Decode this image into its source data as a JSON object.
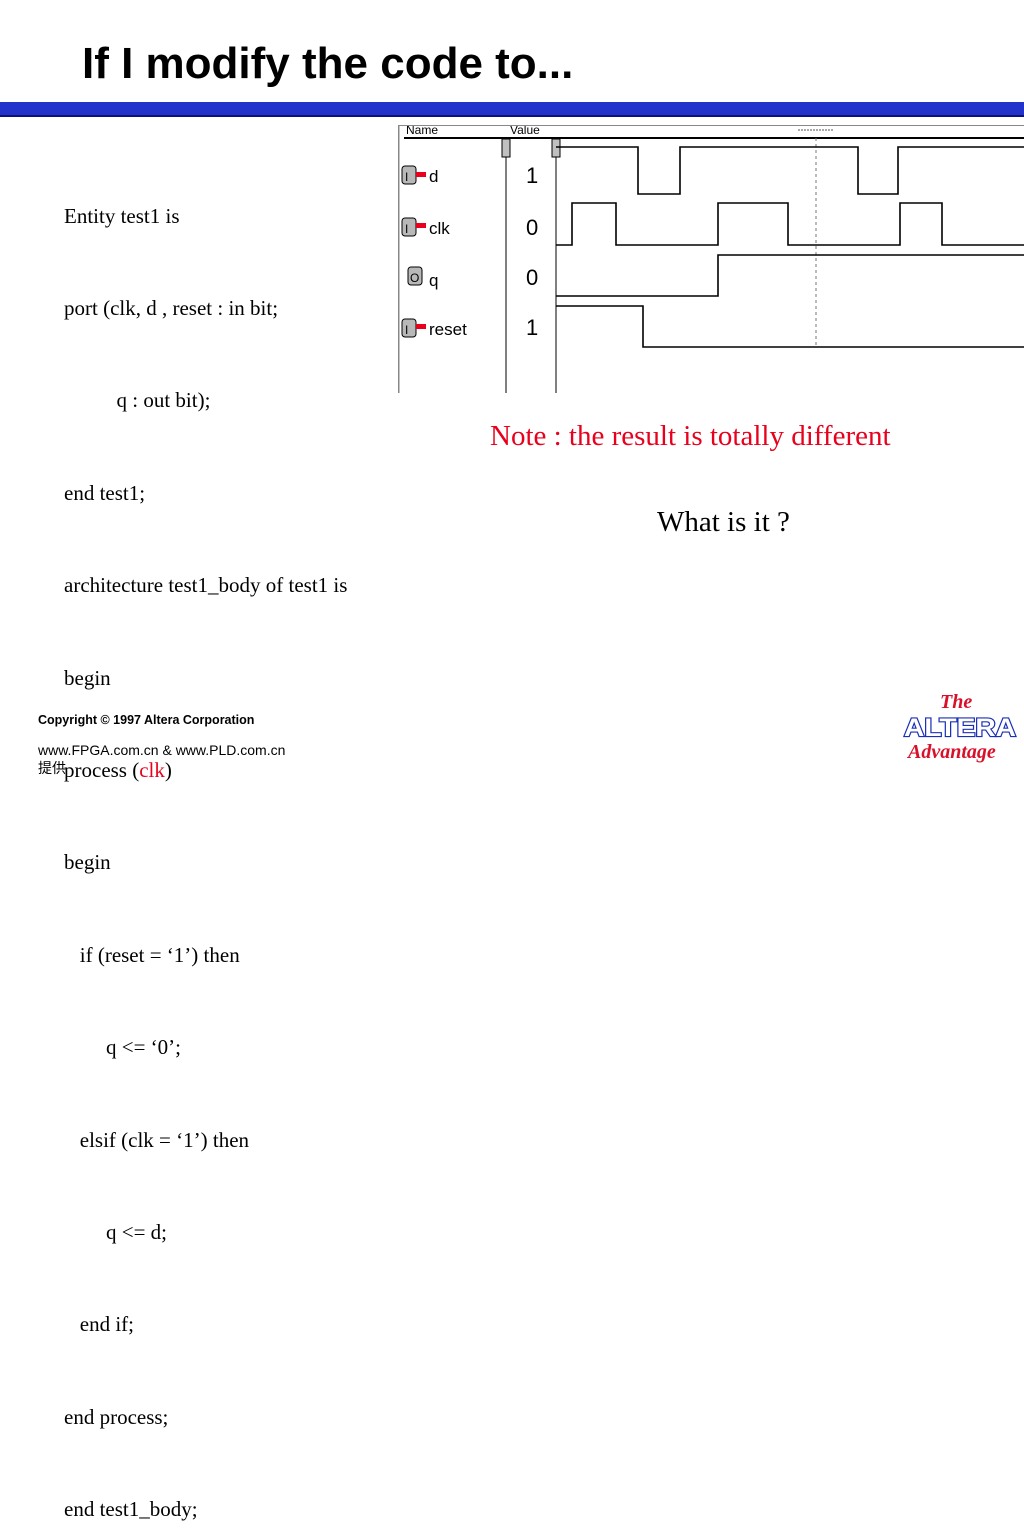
{
  "slide": {
    "title": "If I modify the code to..."
  },
  "code": {
    "lines": [
      "Entity test1 is",
      "port (clk, d , reset : in bit;",
      "          q : out bit);",
      "end test1;",
      "architecture test1_body of test1 is",
      "begin",
      "process (",
      "begin",
      "   if (reset = ‘1’) then",
      "        q <= ‘0’;",
      "   elsif (clk = ‘1’) then",
      "        q <= d;",
      "   end if;",
      "end process;",
      "end test1_body;"
    ],
    "process_sensitivity": "clk",
    "process_close": ")"
  },
  "waveform": {
    "header_name": "Name",
    "header_value": "Value",
    "signals": [
      {
        "name": "d",
        "value": "1",
        "badge": "I"
      },
      {
        "name": "clk",
        "value": "0",
        "badge": "I"
      },
      {
        "name": "q",
        "value": "0",
        "badge": "O"
      },
      {
        "name": "reset",
        "value": "1",
        "badge": "I"
      }
    ],
    "colors": {
      "input_marker": "#e8001c",
      "badge_fill": "#b8b8b8"
    }
  },
  "note": "Note : the result is totally different",
  "question": "What is it ?",
  "footer": {
    "copyright": "Copyright © 1997 Altera Corporation",
    "url": "www.FPGA.com.cn & www.PLD.com.cn",
    "url_suffix": "提供"
  },
  "logo": {
    "the": "The",
    "brand": "ALTERA",
    "tagline": "Advantage",
    "color": "#d8102a",
    "brand_color": "#1a2fb8"
  }
}
